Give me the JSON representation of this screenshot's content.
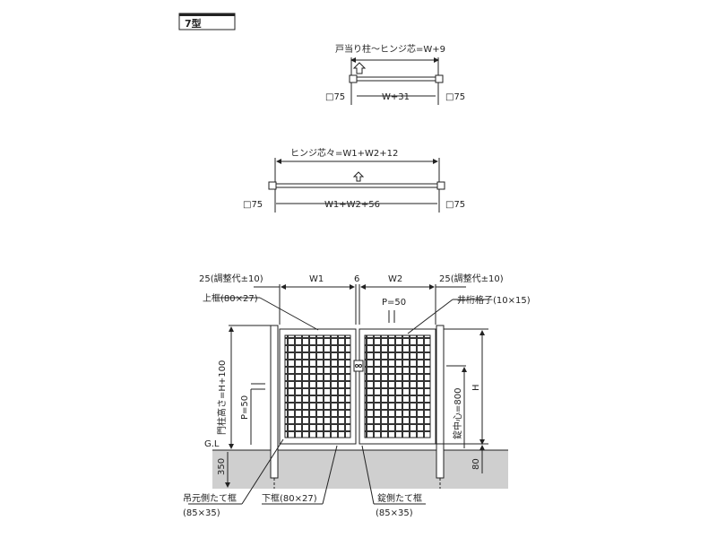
{
  "badge": "7型",
  "single": {
    "hinge_spec": "戸当り柱～ヒンジ芯=W+9",
    "post_left": "□75",
    "width": "W+31",
    "post_right": "□75"
  },
  "double": {
    "hinge_spec": "ヒンジ芯々=W1+W2+12",
    "post_left": "□75",
    "width": "W1+W2+56",
    "post_right": "□75"
  },
  "elevation": {
    "adjust_left": "25(調整代±10)",
    "w1": "W1",
    "gap": "6",
    "w2": "W2",
    "adjust_right": "25(調整代±10)",
    "top_frame": "上框(80×27)",
    "pitch_top": "P=50",
    "lattice": "井桁格子(10×15)",
    "post_height": "門柱高さ=H+100",
    "pitch_left": "P=50",
    "lock_center": "錠中心=800",
    "height": "H",
    "gl": "G.L",
    "depth": "350",
    "bottom_gap": "80",
    "hinge_frame": "吊元側たて框",
    "hinge_frame_size": "(85×35)",
    "bottom_frame": "下框(80×27)",
    "lock_frame": "錠側たて框",
    "lock_frame_size": "(85×35)"
  }
}
